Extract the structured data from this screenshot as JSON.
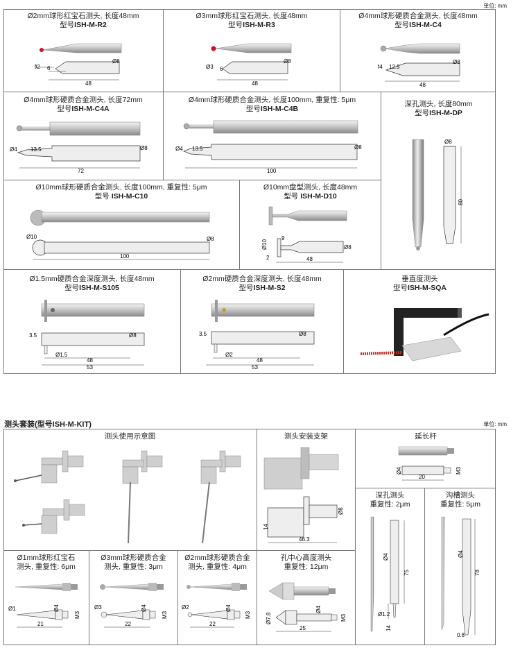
{
  "unit_label": "单位: mm",
  "probes_top": [
    {
      "desc": "Ø2mm球形红宝石测头, 长度48mm",
      "model_prefix": "型号",
      "model": "ISH-M-R2",
      "dims": [
        "Ø2",
        "6",
        "Ø8",
        "48"
      ]
    },
    {
      "desc": "Ø3mm球形红宝石测头, 长度48mm",
      "model_prefix": "型号",
      "model": "ISH-M-R3",
      "dims": [
        "Ø3",
        "6",
        "Ø8",
        "48"
      ]
    },
    {
      "desc": "Ø4mm球形硬质合金测头, 长度48mm",
      "model_prefix": "型号",
      "model": "ISH-M-C4",
      "dims": [
        "Ø4",
        "12.5",
        "Ø8",
        "48"
      ]
    },
    {
      "desc": "Ø4mm球形硬质合金测头, 长度72mm",
      "model_prefix": "型号",
      "model": "ISH-M-C4A",
      "dims": [
        "Ø4",
        "13.5",
        "Ø8",
        "72"
      ]
    },
    {
      "desc": "Ø4mm球形硬质合金测头, 长度100mm, 重复性: 5μm",
      "model_prefix": "型号",
      "model": "ISH-M-C4B",
      "dims": [
        "Ø4",
        "13.5",
        "Ø8",
        "100"
      ]
    },
    {
      "desc": "深孔测头, 长度80mm",
      "model_prefix": "型号",
      "model": "ISH-M-DP",
      "dims": [
        "Ø8",
        "80"
      ]
    },
    {
      "desc": "Ø10mm球形硬质合金测头, 长度100mm, 重复性: 5μm",
      "model_prefix": "型号 ",
      "model": "ISH-M-C10",
      "dims": [
        "Ø10",
        "Ø8",
        "100"
      ]
    },
    {
      "desc": "Ø10mm盘型测头, 长度48mm",
      "model_prefix": "型号 ",
      "model": "ISH-M-D10",
      "dims": [
        "9",
        "Ø10",
        "2",
        "Ø8",
        "48"
      ]
    },
    {
      "desc": "Ø1.5mm硬质合金深度测头, 长度48mm",
      "model_prefix": "型号",
      "model": "ISH-M-S105",
      "dims": [
        "3.5",
        "Ø8",
        "Ø1.5",
        "48",
        "53"
      ]
    },
    {
      "desc": "Ø2mm硬质合金深度测头, 长度48mm",
      "model_prefix": "型号",
      "model": "ISH-M-S2",
      "dims": [
        "3.5",
        "Ø8",
        "Ø2",
        "48",
        "53"
      ]
    },
    {
      "desc": "垂直度测头",
      "model_prefix": "型号",
      "model": "ISH-M-SQA"
    }
  ],
  "kit": {
    "title": "测头套装(型号ISH-M-KIT)",
    "unit_label": "单位: mm",
    "usage": "测头使用示意图",
    "bracket": {
      "title": "测头安装支架",
      "dims": [
        "Ø8",
        "14",
        "46.3"
      ]
    },
    "extension": {
      "title": "延长杆",
      "dims": [
        "Ø4",
        "M3",
        "20"
      ]
    },
    "deep_hole": {
      "title": "深孔测头",
      "rep": "重复性: 2μm",
      "dims": [
        "Ø4",
        "75",
        "Ø1.2",
        "14"
      ]
    },
    "groove": {
      "title": "沟槽测头",
      "rep": "重复性: 5μm",
      "dims": [
        "Ø4",
        "78",
        "0.8"
      ]
    },
    "ruby1": {
      "title": "Ø1mm球形红宝石",
      "rep": "测头, 重复性: 6μm",
      "dims": [
        "Ø1",
        "Ø4",
        "M3",
        "21"
      ]
    },
    "carbide3": {
      "title": "Ø3mm球形硬质合金",
      "rep": "测头, 重复性: 3μm",
      "dims": [
        "Ø3",
        "Ø4",
        "M3",
        "22"
      ]
    },
    "carbide2": {
      "title": "Ø2mm球形硬质合金",
      "rep": "测头, 重复性: 4μm",
      "dims": [
        "Ø2",
        "Ø4",
        "M3",
        "22"
      ]
    },
    "center": {
      "title": "孔中心高度测头",
      "rep": "重复性: 12μm",
      "dims": [
        "Ø7.8",
        "Ø4",
        "M3",
        "25"
      ]
    }
  }
}
